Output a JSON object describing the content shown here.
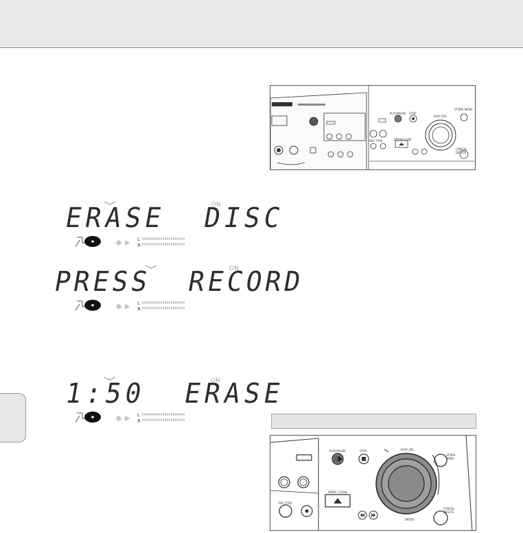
{
  "displays": [
    {
      "text": "ERASE  DISC",
      "on_label": "ON"
    },
    {
      "text": "PRESS  RECORD",
      "on_label": "ON"
    },
    {
      "text": "1:50  ERASE",
      "on_label": "ON"
    }
  ],
  "channels": {
    "left": "L",
    "right": "R"
  },
  "icons": [
    "disc-record-icon",
    "record-dot-icon",
    "play-arrow-icon",
    "level-meter-icon"
  ],
  "device_top": {
    "labels": {
      "play_pause": "PLAY/PAUSE",
      "stop": "STOP",
      "easy_jog": "EASY JOG",
      "store_menu": "STORE MENU",
      "rec_type": "REC TYPE",
      "open_close": "OPEN/CLOSE",
      "cancel_delete": "CANCEL DELETE"
    }
  },
  "device_bottom": {
    "labels": {
      "play_pause": "PLAY/PAUSE",
      "stop": "STOP",
      "easy_jog": "EASY JOG",
      "store_menu": "STORE\nMENU",
      "rec_type": "REC TYPE",
      "open_close": "OPEN / CLOSE",
      "enter": "ENTER",
      "cancel_delete": "CANCEL\nDELETE"
    }
  },
  "colors": {
    "header_band": "#e9e9e9",
    "side_tab": "#e6e6e6",
    "jog_dial": "#8c8c8c",
    "play_button": "#7a7a7a"
  }
}
